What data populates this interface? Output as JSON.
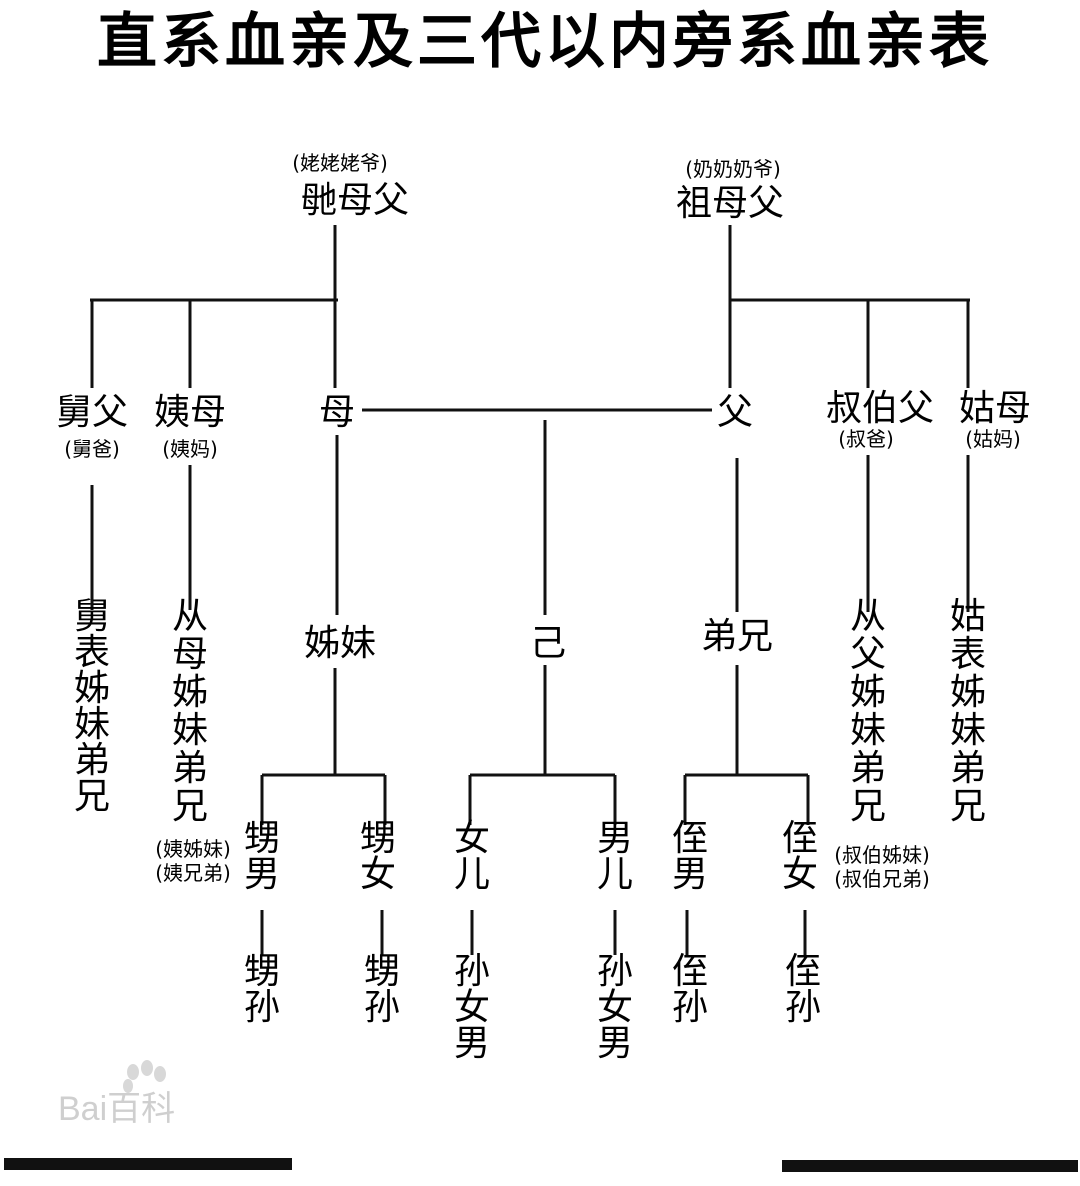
{
  "title": "直系血亲及三代以内旁系血亲表",
  "maternal_grandparents": {
    "label": "毑母父",
    "note": "(姥姥姥爷)"
  },
  "paternal_grandparents": {
    "label": "祖母父",
    "note": "(奶奶奶爷)"
  },
  "uncle_maternal": {
    "label": "舅父",
    "note": "(舅爸)"
  },
  "aunt_maternal": {
    "label": "姨母",
    "note": "(姨妈)"
  },
  "mother": {
    "label": "母"
  },
  "father": {
    "label": "父"
  },
  "uncle_paternal": {
    "label": "叔伯父",
    "note": "(叔爸)"
  },
  "aunt_paternal": {
    "label": "姑母",
    "note": "(姑妈)"
  },
  "cousins_uncle_maternal": {
    "label": "舅表姊妹弟兄"
  },
  "cousins_aunt_maternal": {
    "label": "从母姊妹弟兄",
    "note1": "(姨姊妹)",
    "note2": "(姨兄弟)"
  },
  "sisters": {
    "label": "姊妹"
  },
  "self": {
    "label": "己"
  },
  "brothers": {
    "label": "弟兄"
  },
  "cousins_uncle_paternal": {
    "label": "从父姊妹弟兄",
    "note1": "(叔伯姊妹)",
    "note2": "(叔伯兄弟)"
  },
  "cousins_aunt_paternal": {
    "label": "姑表姊妹弟兄"
  },
  "sister_son": {
    "label": "甥男"
  },
  "sister_daughter": {
    "label": "甥女"
  },
  "sister_son_grandchild": {
    "label": "甥孙"
  },
  "sister_daughter_grandchild": {
    "label": "甥孙"
  },
  "daughter": {
    "label": "女儿"
  },
  "son": {
    "label": "男儿"
  },
  "daughter_grandchildren": {
    "label": "孙女男"
  },
  "son_grandchildren": {
    "label": "孙女男"
  },
  "brother_son": {
    "label": "侄男"
  },
  "brother_daughter": {
    "label": "侄女"
  },
  "brother_son_grandchild": {
    "label": "侄孙"
  },
  "brother_daughter_grandchild": {
    "label": "侄孙"
  },
  "watermark": "Bai百科"
}
